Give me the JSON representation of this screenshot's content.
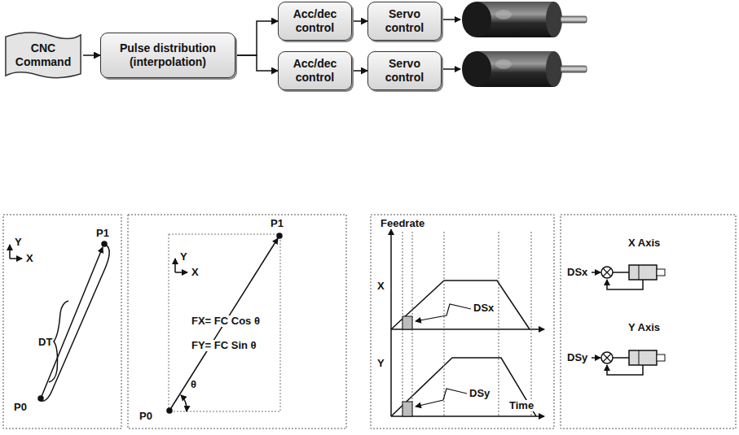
{
  "diagram": {
    "nodes": [
      {
        "text": [
          "CNC Command"
        ]
      },
      {
        "text": [
          "Pulse distribution (interpolation)"
        ]
      },
      {
        "text": [
          "Acc/dec control"
        ]
      },
      {
        "text": [
          "Servo control"
        ]
      },
      {
        "text": [
          "Acc/dec control"
        ]
      },
      {
        "text": [
          "Servo control"
        ]
      }
    ],
    "edges": [
      {
        "from": 0,
        "to": 1,
        "arrow": "to"
      },
      {
        "from": 1,
        "to": 2,
        "arrow": "to"
      },
      {
        "from": 1,
        "to": 4,
        "arrow": "to"
      },
      {
        "from": 2,
        "to": 3,
        "arrow": "to"
      },
      {
        "from": 4,
        "to": 5,
        "arrow": "to"
      }
    ],
    "labels": [
      "Y",
      "X",
      "P1",
      "DT",
      "P0",
      "P1",
      "Y",
      "X",
      "FX= FC Cos θ",
      "FY= FC Sin θ",
      "θ",
      "P0",
      "Feedrate",
      "X",
      "DSx",
      "Y",
      "DSy",
      "Time",
      "X Axis",
      "DSx",
      "Y Axis",
      "DSy"
    ]
  }
}
